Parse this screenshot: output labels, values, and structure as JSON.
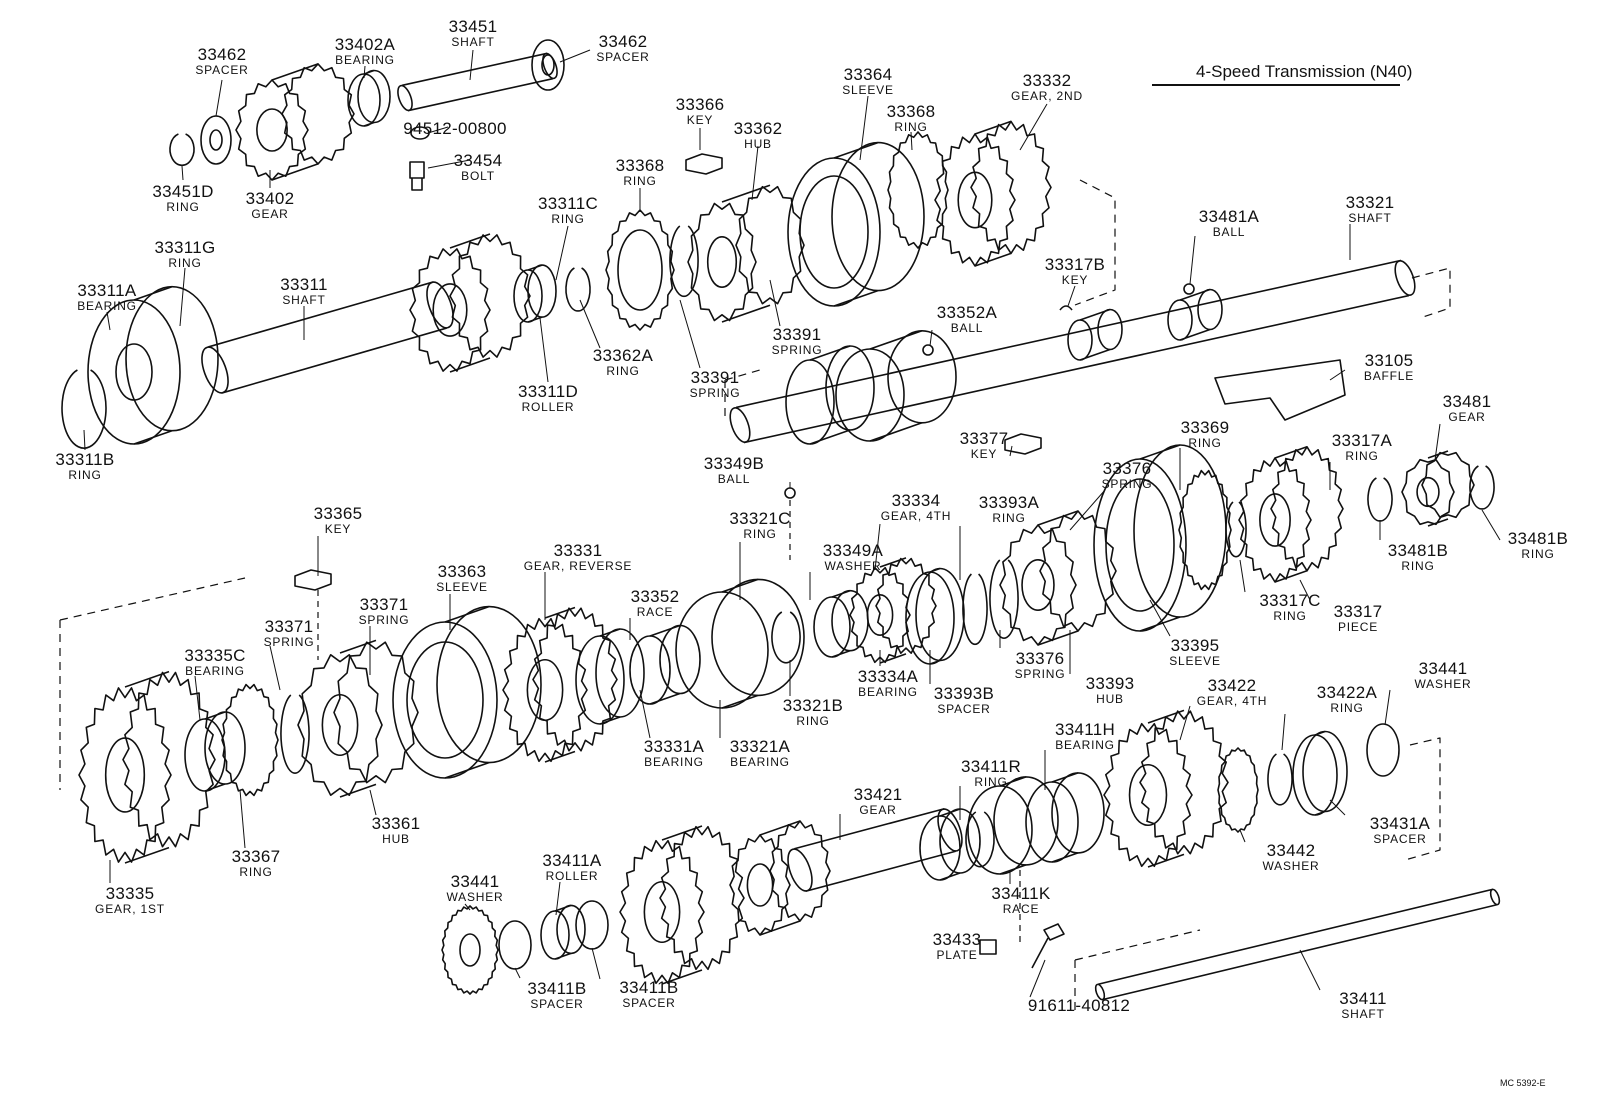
{
  "title": "4-Speed Transmission (N40)",
  "code": "MC 5392-E",
  "parts": [
    {
      "pn": "33462",
      "name": "SPACER"
    },
    {
      "pn": "33402A",
      "name": "BEARING"
    },
    {
      "pn": "33451",
      "name": "SHAFT"
    },
    {
      "pn": "33462",
      "name": "SPACER"
    },
    {
      "pn": "94512-00800",
      "name": ""
    },
    {
      "pn": "33454",
      "name": "BOLT"
    },
    {
      "pn": "33451D",
      "name": "RING"
    },
    {
      "pn": "33402",
      "name": "GEAR"
    },
    {
      "pn": "33366",
      "name": "KEY"
    },
    {
      "pn": "33362",
      "name": "HUB"
    },
    {
      "pn": "33364",
      "name": "SLEEVE"
    },
    {
      "pn": "33368",
      "name": "RING"
    },
    {
      "pn": "33332",
      "name": "GEAR, 2ND"
    },
    {
      "pn": "33368",
      "name": "RING"
    },
    {
      "pn": "33311C",
      "name": "RING"
    },
    {
      "pn": "33311G",
      "name": "RING"
    },
    {
      "pn": "33311A",
      "name": "BEARING"
    },
    {
      "pn": "33311",
      "name": "SHAFT"
    },
    {
      "pn": "33311B",
      "name": "RING"
    },
    {
      "pn": "33311D",
      "name": "ROLLER"
    },
    {
      "pn": "33362A",
      "name": "RING"
    },
    {
      "pn": "33391",
      "name": "SPRING"
    },
    {
      "pn": "33391",
      "name": "SPRING"
    },
    {
      "pn": "33317B",
      "name": "KEY"
    },
    {
      "pn": "33352A",
      "name": "BALL"
    },
    {
      "pn": "33481A",
      "name": "BALL"
    },
    {
      "pn": "33321",
      "name": "SHAFT"
    },
    {
      "pn": "33105",
      "name": "BAFFLE"
    },
    {
      "pn": "33377",
      "name": "KEY"
    },
    {
      "pn": "33349B",
      "name": "BALL"
    },
    {
      "pn": "33369",
      "name": "RING"
    },
    {
      "pn": "33317A",
      "name": "RING"
    },
    {
      "pn": "33481",
      "name": "GEAR"
    },
    {
      "pn": "33376",
      "name": "SPRING"
    },
    {
      "pn": "33334",
      "name": "GEAR, 4TH"
    },
    {
      "pn": "33393A",
      "name": "RING"
    },
    {
      "pn": "33321C",
      "name": "RING"
    },
    {
      "pn": "33349A",
      "name": "WASHER"
    },
    {
      "pn": "33365",
      "name": "KEY"
    },
    {
      "pn": "33331",
      "name": "GEAR, REVERSE"
    },
    {
      "pn": "33352",
      "name": "RACE"
    },
    {
      "pn": "33363",
      "name": "SLEEVE"
    },
    {
      "pn": "33371",
      "name": "SPRING"
    },
    {
      "pn": "33371",
      "name": "SPRING"
    },
    {
      "pn": "33335C",
      "name": "BEARING"
    },
    {
      "pn": "33481B",
      "name": "RING"
    },
    {
      "pn": "33481B",
      "name": "RING"
    },
    {
      "pn": "33317C",
      "name": "RING"
    },
    {
      "pn": "33317",
      "name": "PIECE"
    },
    {
      "pn": "33395",
      "name": "SLEEVE"
    },
    {
      "pn": "33376",
      "name": "SPRING"
    },
    {
      "pn": "33393",
      "name": "HUB"
    },
    {
      "pn": "33334A",
      "name": "BEARING"
    },
    {
      "pn": "33393B",
      "name": "SPACER"
    },
    {
      "pn": "33321B",
      "name": "RING"
    },
    {
      "pn": "33321A",
      "name": "BEARING"
    },
    {
      "pn": "33331A",
      "name": "BEARING"
    },
    {
      "pn": "33361",
      "name": "HUB"
    },
    {
      "pn": "33367",
      "name": "RING"
    },
    {
      "pn": "33335",
      "name": "GEAR, 1ST"
    },
    {
      "pn": "33441",
      "name": "WASHER"
    },
    {
      "pn": "33422",
      "name": "GEAR, 4TH"
    },
    {
      "pn": "33422A",
      "name": "RING"
    },
    {
      "pn": "33411H",
      "name": "BEARING"
    },
    {
      "pn": "33411R",
      "name": "RING"
    },
    {
      "pn": "33421",
      "name": "GEAR"
    },
    {
      "pn": "33442",
      "name": "WASHER"
    },
    {
      "pn": "33431A",
      "name": "SPACER"
    },
    {
      "pn": "33441",
      "name": "WASHER"
    },
    {
      "pn": "33411A",
      "name": "ROLLER"
    },
    {
      "pn": "33411K",
      "name": "RACE"
    },
    {
      "pn": "33433",
      "name": "PLATE"
    },
    {
      "pn": "91611-40812",
      "name": ""
    },
    {
      "pn": "33411B",
      "name": "SPACER"
    },
    {
      "pn": "33411B",
      "name": "SPACER"
    },
    {
      "pn": "33411",
      "name": "SHAFT"
    }
  ]
}
